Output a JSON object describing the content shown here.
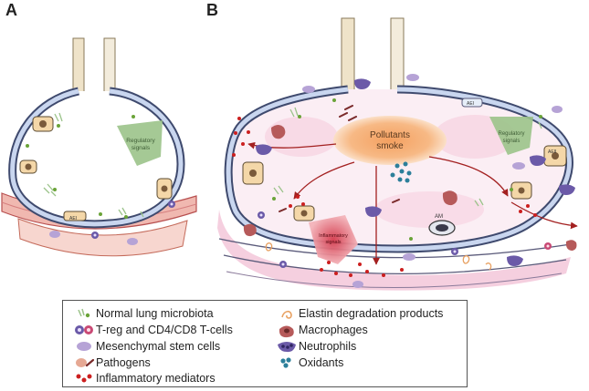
{
  "panels": {
    "a_label": "A",
    "b_label": "B"
  },
  "diagram": {
    "pollutants_line1": "Pollutants",
    "pollutants_line2": "smoke",
    "regulatory_a_line1": "Regulatory",
    "regulatory_a_line2": "signals",
    "regulatory_b_line1": "Regulatory",
    "regulatory_b_line2": "signals",
    "inflammatory_line1": "Inflammatory",
    "inflammatory_line2": "signals",
    "aei_label": "AEI",
    "aeii_label": "AEII",
    "am_label": "AM"
  },
  "legend": {
    "items": [
      {
        "label": "Normal lung microbiota",
        "icon": "microbiota-icon"
      },
      {
        "label": "T-reg and CD4/CD8 T-cells",
        "icon": "t-cell-icon"
      },
      {
        "label": "Mesenchymal stem cells",
        "icon": "stem-cell-icon"
      },
      {
        "label": "Pathogens",
        "icon": "pathogen-icon"
      },
      {
        "label": "Inflammatory mediators",
        "icon": "mediator-icon"
      },
      {
        "label": "Elastin degradation products",
        "icon": "elastin-icon"
      },
      {
        "label": "Macrophages",
        "icon": "macrophage-icon"
      },
      {
        "label": "Neutrophils",
        "icon": "neutrophil-icon"
      },
      {
        "label": "Oxidants",
        "icon": "oxidant-icon"
      }
    ]
  },
  "colors": {
    "wall": "#3f4a6e",
    "wall_fill": "#c9d6ef",
    "pink_tissue": "#f4cadb",
    "cloud": "#f6b07a",
    "arrow": "#a32020",
    "regulatory": "#9bc38a",
    "inflammatory": "#d9495a",
    "mediator": "#cc1f1f",
    "macrophage": "#b65a5a",
    "neutrophil": "#6b5aa8",
    "stem_cell": "#b6a3d6",
    "oxidant": "#2c7f9a"
  }
}
